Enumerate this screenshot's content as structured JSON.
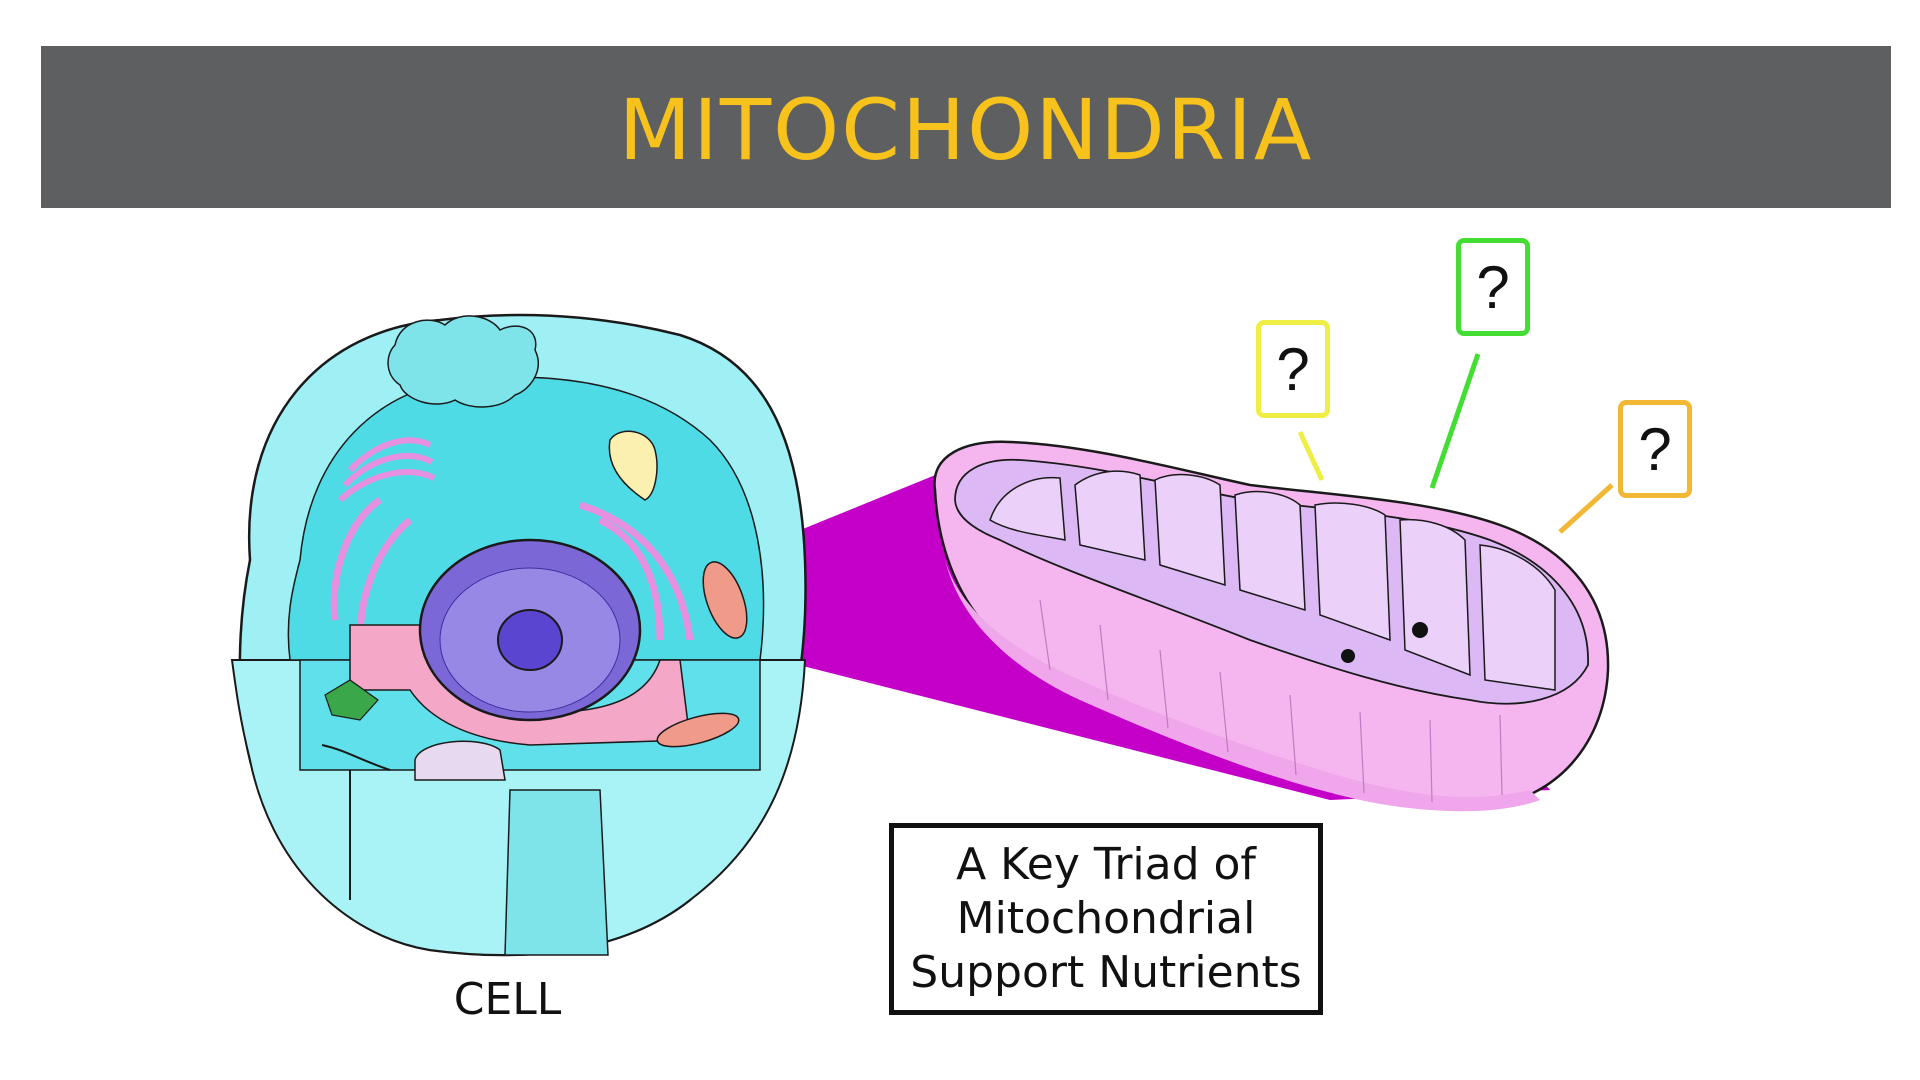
{
  "title": "MITOCHONDRIA",
  "cell_label": "CELL",
  "caption": {
    "line1": "A Key Triad of",
    "line2": "Mitochondrial",
    "line3": "Support Nutrients"
  },
  "callouts": [
    {
      "text": "?",
      "color": "#eeee44"
    },
    {
      "text": "?",
      "color": "#44dd33"
    },
    {
      "text": "?",
      "color": "#f2b835"
    }
  ],
  "colors": {
    "banner": "#5e5f61",
    "title": "#f6c21b",
    "cytoplasm": "#8fecf0",
    "nucleus": "#7b68d6",
    "magenta_zoom": "#c000c8",
    "mito_fill": "#f4b8f2"
  }
}
